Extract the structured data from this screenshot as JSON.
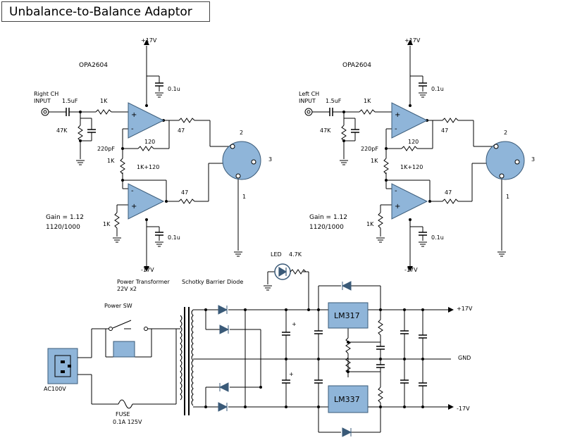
{
  "title": "Unbalance-to-Balance Adaptor",
  "colors": {
    "component_fill": "#8fb5d9",
    "component_stroke": "#3a5a78",
    "wire": "#000000"
  },
  "right_channel": {
    "opamp": "OPA2604",
    "input_label_1": "Right CH",
    "input_label_2": "INPUT",
    "cap_in": "1.5uF",
    "r_in": "1K",
    "r_bias": "47K",
    "c_filter": "220pF",
    "r_fb_top": "120",
    "r_out_top": "47",
    "r_mid": "1K",
    "r_fb_bot": "1K+120",
    "r_out_bot": "47",
    "r_gnd": "1K",
    "gain_1": "Gain = 1.12",
    "gain_2": "1120/1000",
    "vplus": "+17V",
    "vminus": "-17V",
    "cap_top": "0.1u",
    "cap_bot": "0.1u",
    "pin2": "2",
    "pin3": "3",
    "pin1": "1"
  },
  "left_channel": {
    "opamp": "OPA2604",
    "input_label_1": "Left CH",
    "input_label_2": "INPUT",
    "cap_in": "1.5uF",
    "r_in": "1K",
    "r_bias": "47K",
    "c_filter": "220pF",
    "r_fb_top": "120",
    "r_out_top": "47",
    "r_mid": "1K",
    "r_fb_bot": "1K+120",
    "r_out_bot": "47",
    "r_gnd": "1K",
    "gain_1": "Gain = 1.12",
    "gain_2": "1120/1000",
    "vplus": "+17V",
    "vminus": "-17V",
    "cap_top": "0.1u",
    "cap_bot": "0.1u",
    "pin2": "2",
    "pin3": "3",
    "pin1": "1"
  },
  "power": {
    "led": "LED",
    "led_r": "4.7K",
    "transformer_1": "Power Transformer",
    "transformer_2": "22V x2",
    "diode": "Schotky Barrier Diode",
    "switch": "Power SW",
    "ac": "AC100V",
    "fuse_1": "FUSE",
    "fuse_2": "0.1A 125V",
    "reg_pos": "LM317",
    "reg_neg": "LM337",
    "out_pos": "+17V",
    "out_gnd": "GND",
    "out_neg": "-17V",
    "plus_1": "+",
    "plus_2": "+"
  }
}
